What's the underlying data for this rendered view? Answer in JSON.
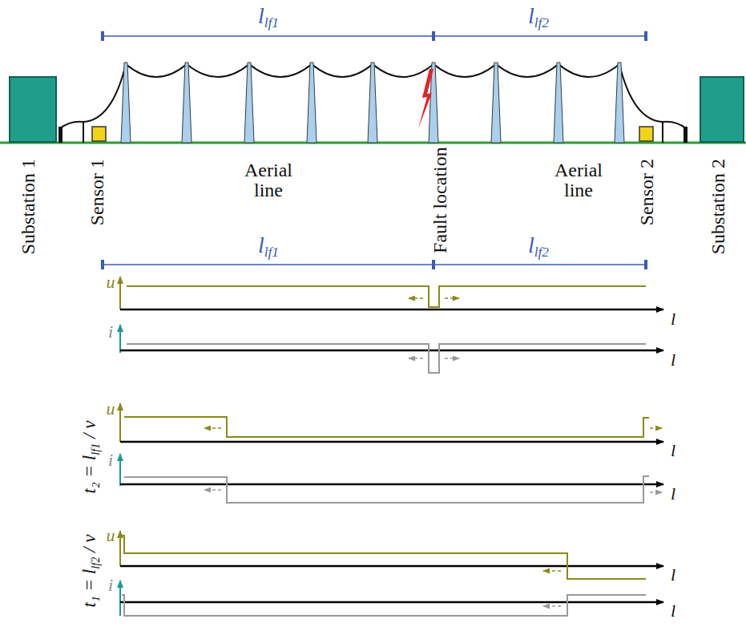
{
  "diagram": {
    "labels": [
      "llf1",
      "llf2",
      "Substation 1",
      "Sensor 1",
      "Aerial line",
      "Fault location",
      "Aerial line",
      "Sensor 2",
      "Substation 2",
      "llf1",
      "llf2",
      "u",
      "l",
      "i",
      "l",
      "t₂ = llf1 / v",
      "u",
      "l",
      "i",
      "l",
      "t₁ = llf2 / v",
      "u",
      "l",
      "i",
      "l"
    ]
  }
}
